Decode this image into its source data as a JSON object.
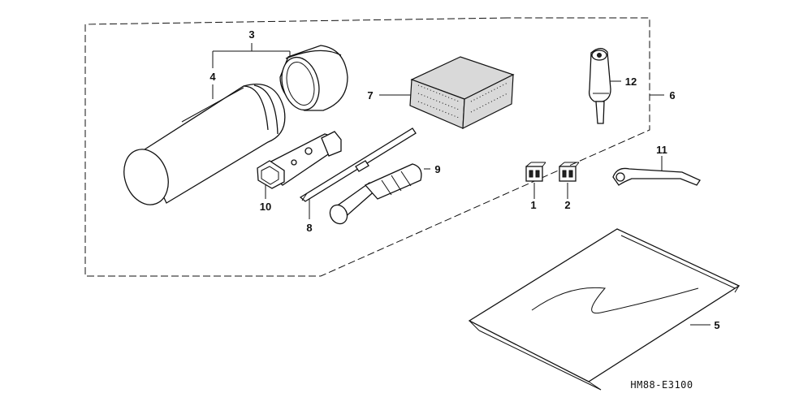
{
  "labels": {
    "p1": "1",
    "p2": "2",
    "p3": "3",
    "p4": "4",
    "p5": "5",
    "p6": "6",
    "p7": "7",
    "p8": "8",
    "p9": "9",
    "p10": "10",
    "p11": "11",
    "p12": "12"
  },
  "diagram_code": "HM88-E3100"
}
